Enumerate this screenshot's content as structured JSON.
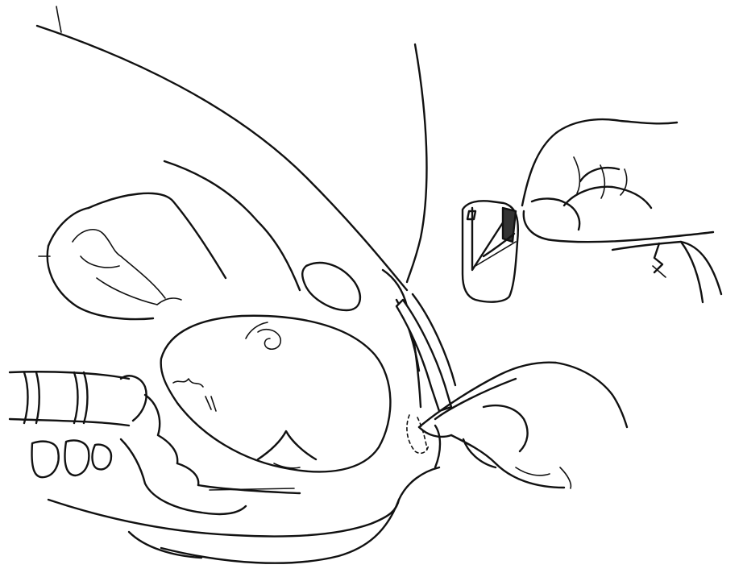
{
  "figure": {
    "type": "line-drawing",
    "colors": {
      "ink": "#111111",
      "background": "#ffffff"
    },
    "parts": [
      {
        "name": "abdominal-wall"
      },
      {
        "name": "fetus-body"
      },
      {
        "name": "fetal-head"
      },
      {
        "name": "spine"
      },
      {
        "name": "pubic-symphysis"
      },
      {
        "name": "perineum"
      },
      {
        "name": "examiner-hand-upper"
      },
      {
        "name": "clamp-instrument"
      },
      {
        "name": "examiner-hand-lower"
      },
      {
        "name": "speculum-instrument"
      }
    ]
  }
}
